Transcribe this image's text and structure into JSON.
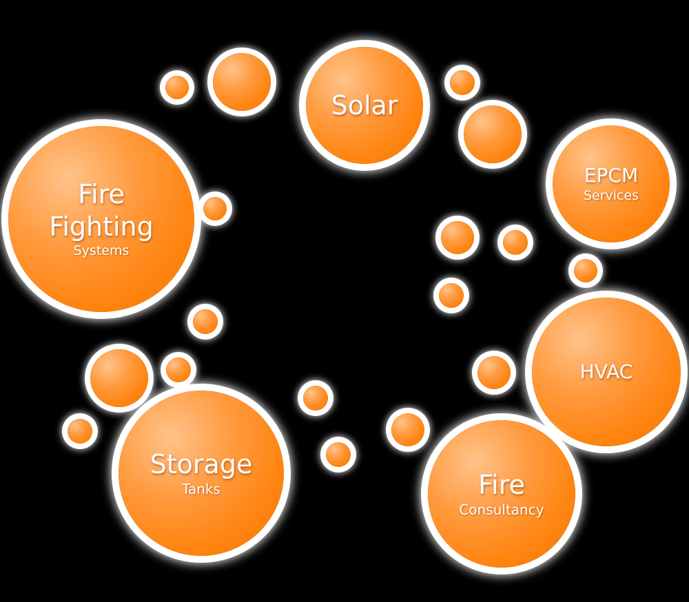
{
  "bubbles": {
    "solar": {
      "title": "Solar"
    },
    "epcm": {
      "title": "EPCM",
      "subtitle": "Services"
    },
    "fire_fighting": {
      "title_line1": "Fire",
      "title_line2": "Fighting",
      "subtitle": "Systems"
    },
    "hvac": {
      "title": "HVAC"
    },
    "storage": {
      "title": "Storage",
      "subtitle": "Tanks"
    },
    "fire_consultancy": {
      "title": "Fire",
      "subtitle": "Consultancy"
    }
  },
  "colors": {
    "bubble_orange": "#ff8a1c",
    "outline": "#ffffff",
    "background": "#000000"
  }
}
